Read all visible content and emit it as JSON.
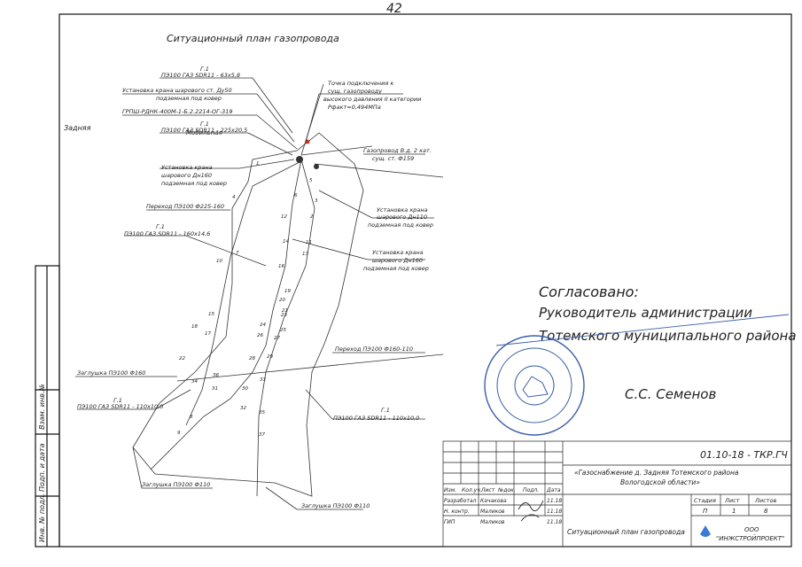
{
  "page_number": "42",
  "title": "Ситуационный план газопровода",
  "place_label": "Задняя",
  "place_label2": "Мобильная",
  "callouts": {
    "pipe_top": {
      "code": "Г.1",
      "text": "ПЭ100 ГАЗ SDR11 - 63х5,8"
    },
    "valve_du50": "Установка крана шарового ст. Ду50",
    "valve_du50_sub": "подземная под ковер",
    "grshp": "ГРПШ-РДНК-400М-1-Б.2.2214-ОГ-319",
    "pipe_225": {
      "code": "Г.1",
      "text": "ПЭ100 ГАЗ SDR11 - 225х20,5"
    },
    "valve_160_a": "Установка крана",
    "valve_160_a2": "шарового Дн160",
    "valve_160_a3": "подземная под ковер",
    "transition_225": "Переход ПЭ100 Ф225-160",
    "pipe_160": {
      "code": "Г.1",
      "text": "ПЭ100 ГАЗ SDR11 - 160х14,6"
    },
    "plug_160": "Заглушка ПЭ100 Ф160",
    "pipe_110_left": {
      "code": "Г.1",
      "text": "ПЭ100 ГАЗ SDR11 - 110х10,0"
    },
    "plug_110_left": "Заглушка ПЭ100 Ф110",
    "connection_1": "Точка подключения к",
    "connection_2": "сущ. газопроводу",
    "connection_3": "высокого давления II категории",
    "connection_4": "Рфакт=0,494МПа",
    "existing_gas": "Газопровод В.д. 2 кат.",
    "existing_gas2": "сущ. ст. Ф159",
    "valve_110": "Установка крана",
    "valve_110_2": "шарового Дн110",
    "valve_110_3": "подземная под ковер",
    "valve_160_b": "Установка крана",
    "valve_160_b2": "шарового Дн160",
    "valve_160_b3": "подземная под ковер",
    "transition_160": "Переход ПЭ100 Ф160-110",
    "pipe_110_right": {
      "code": "Г.1",
      "text": "ПЭ100 ГАЗ SDR11 - 110х10,0"
    },
    "plug_110_right": "Заглушка ПЭ100 Ф110"
  },
  "node_numbers": [
    "1",
    "2",
    "3",
    "4",
    "5",
    "6",
    "7",
    "8",
    "9",
    "10",
    "11",
    "12",
    "13",
    "14",
    "15",
    "16",
    "17",
    "18",
    "19",
    "20",
    "21",
    "22",
    "23",
    "24",
    "25",
    "26",
    "27",
    "28",
    "29",
    "30",
    "31",
    "32",
    "33",
    "34",
    "35",
    "36",
    "37"
  ],
  "approval": {
    "line1": "Согласовано:",
    "line2": "Руководитель   администрации",
    "line3": "Тотемского муниципального района",
    "signature": "С.С. Семенов"
  },
  "side_stamp": [
    "Инв. № подл.",
    "Подп. и дата",
    "Взам. инв.№"
  ],
  "title_block": {
    "doc_code": "01.10-18 - ТКР.ГЧ",
    "project": "«Газоснабжение д. Задняя Тотемского района",
    "project2": "Вологодской области»",
    "headers": [
      "Изм.",
      "Кол.уч.",
      "Лист",
      "№док.",
      "Подп.",
      "Дата"
    ],
    "rows": [
      {
        "role": "Разработал",
        "name": "Качакова",
        "date": "11.18"
      },
      {
        "role": "Н. контр.",
        "name": "Маликов",
        "date": "11.18"
      },
      {
        "role": "ГИП",
        "name": "Маликов",
        "date": "11.18"
      }
    ],
    "sheet_title": "Ситуационный план газопровода",
    "stage_label": "Стадия",
    "sheet_label": "Лист",
    "sheets_label": "Листов",
    "stage": "П",
    "sheet": "1",
    "sheets": "8",
    "org1": "ООО",
    "org2": "\"ИНЖСТРОЙПРОЕКТ\""
  },
  "colors": {
    "line": "#333333",
    "accent_blue": "#3a5ea8",
    "gas_red": "#c0392b"
  }
}
